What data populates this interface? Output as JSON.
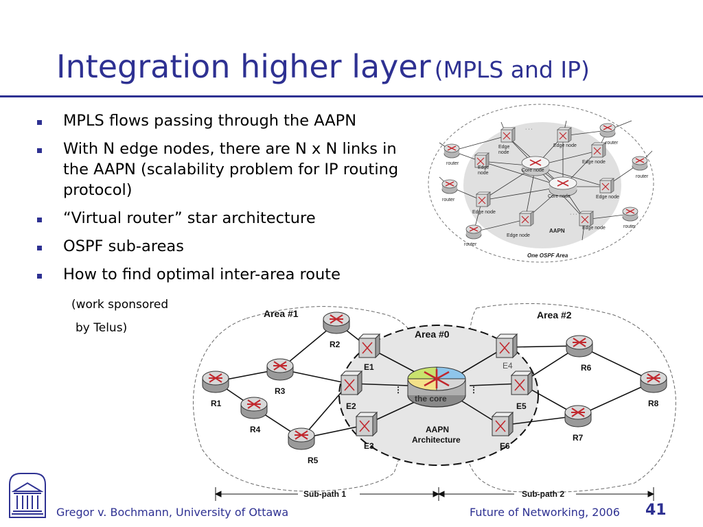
{
  "slide": {
    "title_main": "Integration higher layer",
    "title_sub": "(MPLS and IP)",
    "bullets": [
      "MPLS flows passing through the AAPN",
      "With N edge nodes, there are N x N links in the AAPN (scalability problem for IP routing protocol)",
      "“Virtual router” star architecture",
      "OSPF sub-areas",
      "How to find optimal inter-area route"
    ],
    "sub_note_1": "(work sponsored",
    "sub_note_2": "by Telus)",
    "footer_left": "Gregor v. Bochmann, University of Ottawa",
    "footer_right": "Future of Networking, 2006",
    "page_number": "41"
  },
  "top_diagram": {
    "area_label": "One OSPF Area",
    "aapn_label": "AAPN",
    "core_label": "Core node",
    "edge_label": "Edge node",
    "edge_label_line1": "Edge",
    "edge_label_line2": "node",
    "router_label": "router",
    "ellipsis": "· · ·"
  },
  "bottom_diagram": {
    "area1": "Area #1",
    "area0": "Area #0",
    "area2": "Area #2",
    "core": "the core",
    "aapn_line1": "AAPN",
    "aapn_line2": "Architecture",
    "subpath1": "Sub-path 1",
    "subpath2": "Sub-path 2",
    "ellipsis": "⋮",
    "routers": [
      "R1",
      "R2",
      "R3",
      "R4",
      "R5",
      "R6",
      "R7",
      "R8"
    ],
    "edges": [
      "E1",
      "E2",
      "E3",
      "E4",
      "E5",
      "E6"
    ]
  },
  "colors": {
    "title": "#2e3192",
    "aapn_fill": "#e0e0e0",
    "router_red": "#c1272d"
  }
}
